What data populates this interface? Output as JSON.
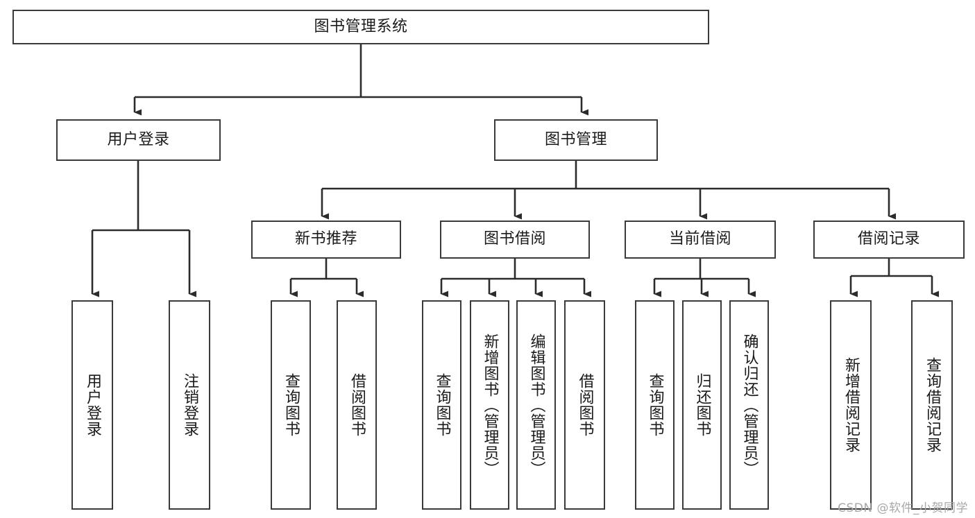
{
  "diagram": {
    "title": "图书管理系统",
    "type": "tree-hierarchy-diagram",
    "colors": {
      "box_border": "#3a3a3a",
      "box_fill": "#ffffff",
      "edge": "#2b2b2b",
      "text": "#1a1a1a",
      "watermark": "#a8a8a8"
    }
  },
  "root": {
    "label": "图书管理系统"
  },
  "level1": [
    {
      "label": "用户登录"
    },
    {
      "label": "图书管理"
    }
  ],
  "level2": [
    {
      "label": "新书推荐"
    },
    {
      "label": "图书借阅"
    },
    {
      "label": "当前借阅"
    },
    {
      "label": "借阅记录"
    }
  ],
  "leaves": {
    "user_login": [
      {
        "label": "用户登录"
      },
      {
        "label": "注销登录"
      }
    ],
    "new_book_recommend": [
      {
        "label": "查询图书"
      },
      {
        "label": "借阅图书"
      }
    ],
    "book_borrow": [
      {
        "label": "查询图书"
      },
      {
        "label": "新增图书（管理员）"
      },
      {
        "label": "编辑图书（管理员）"
      },
      {
        "label": "借阅图书"
      }
    ],
    "current_borrow": [
      {
        "label": "查询图书"
      },
      {
        "label": "归还图书"
      },
      {
        "label": "确认归还（管理员）"
      }
    ],
    "borrow_record": [
      {
        "label": "新增借阅记录"
      },
      {
        "label": "查询借阅记录"
      }
    ]
  },
  "watermark": {
    "text": "CSDN @软件_小贺同学"
  }
}
